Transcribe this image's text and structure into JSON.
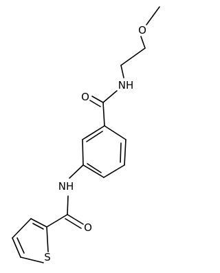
{
  "molecule": {
    "atoms": {
      "methoxy_o": "O",
      "amide_nh_top": "NH",
      "carbonyl_o_top": "O",
      "amide_nh_bottom": "NH",
      "carbonyl_o_bottom": "O",
      "thiophene_s": "S"
    }
  }
}
